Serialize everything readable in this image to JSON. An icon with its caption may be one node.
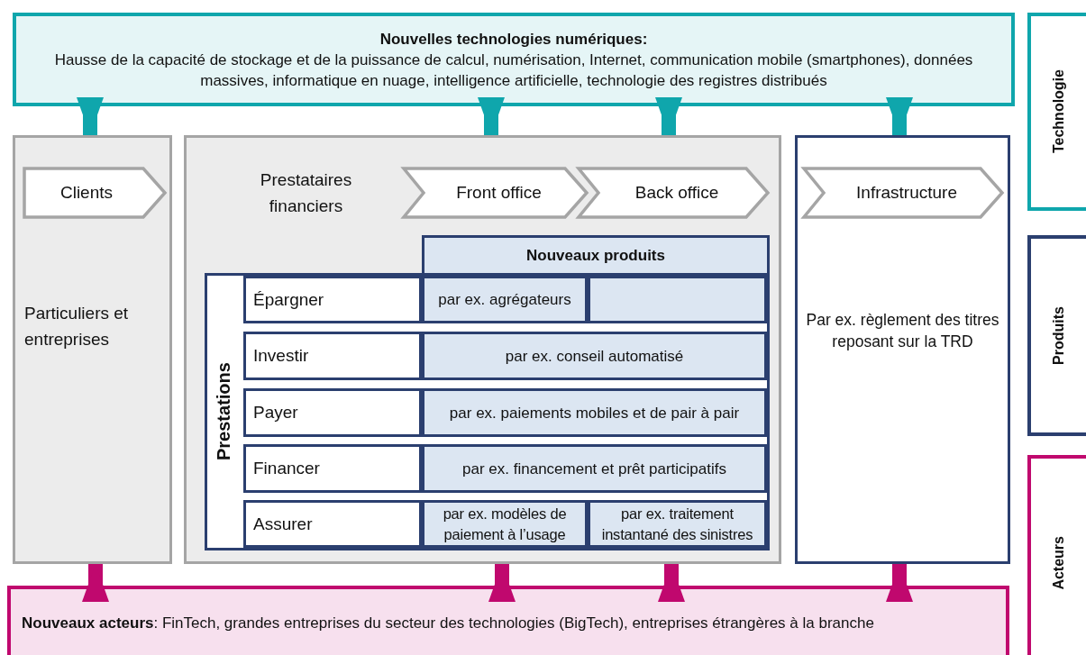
{
  "diagram": {
    "nodes": [
      {
        "text": [
          "Nouvelles technologies numériques:",
          "Hausse de la capacité de stockage et de la puissance de calcul, numérisation, Internet, communication mobile (smartphones), données massives, informatique en nuage, intelligence artificielle, technologie des registres distribués"
        ]
      },
      {
        "text": [
          "Particuliers et entreprises"
        ]
      },
      {
        "text": [
          "Clients"
        ],
        "in": 1
      },
      {
        "text": [
          "Prestataires financiers"
        ]
      },
      {
        "text": [
          "Front office"
        ],
        "in": 3
      },
      {
        "text": [
          "Back office"
        ],
        "in": 3
      },
      {
        "text": [
          "Nouveaux produits"
        ],
        "in": 3
      },
      {
        "text": [
          "Prestations"
        ],
        "in": 3
      },
      {
        "text": [
          "Épargner"
        ],
        "in": 7
      },
      {
        "text": [
          "par ex. agrégateurs"
        ],
        "in": 7
      },
      {
        "text": [],
        "shape": "box",
        "in": 7
      },
      {
        "text": [
          "Investir"
        ],
        "in": 7
      },
      {
        "text": [
          "par ex. conseil automatisé"
        ],
        "in": 7
      },
      {
        "text": [
          "Payer"
        ],
        "in": 7
      },
      {
        "text": [
          "par ex. paiements mobiles et de pair à pair"
        ],
        "in": 7
      },
      {
        "text": [
          "Financer"
        ],
        "in": 7
      },
      {
        "text": [
          "par ex. financement et prêt participatifs"
        ],
        "in": 7
      },
      {
        "text": [
          "Assurer"
        ],
        "in": 7
      },
      {
        "text": [
          "par ex. modèles de paiement à l’usage"
        ],
        "in": 7
      },
      {
        "text": [
          "par ex. traitement instantané des sinistres"
        ],
        "in": 7
      },
      {
        "text": [
          "Par ex. règlement des titres reposant sur la TRD"
        ]
      },
      {
        "text": [
          "Infrastructure"
        ],
        "in": 20
      },
      {
        "text": [
          "**Nouveaux acteurs**: FinTech, grandes entreprises du secteur des technologies (BigTech), entreprises étrangères à la branche"
        ]
      },
      {
        "text": [
          "Technologie"
        ]
      },
      {
        "text": [
          "Produits"
        ]
      },
      {
        "text": [
          "Acteurs"
        ]
      }
    ],
    "edges": [
      {
        "from": 0,
        "to": 1,
        "arrow": "to",
        "color": "#0fa6ac"
      },
      {
        "from": 0,
        "to": 3,
        "arrow": "to",
        "color": "#0fa6ac"
      },
      {
        "from": 0,
        "to": 3,
        "arrow": "to",
        "color": "#0fa6ac"
      },
      {
        "from": 0,
        "to": 20,
        "arrow": "to",
        "color": "#0fa6ac"
      },
      {
        "from": 22,
        "to": 1,
        "arrow": "to",
        "color": "#c0086e"
      },
      {
        "from": 22,
        "to": 3,
        "arrow": "to",
        "color": "#c0086e"
      },
      {
        "from": 22,
        "to": 3,
        "arrow": "to",
        "color": "#c0086e"
      },
      {
        "from": 22,
        "to": 20,
        "arrow": "to",
        "color": "#c0086e"
      }
    ]
  }
}
